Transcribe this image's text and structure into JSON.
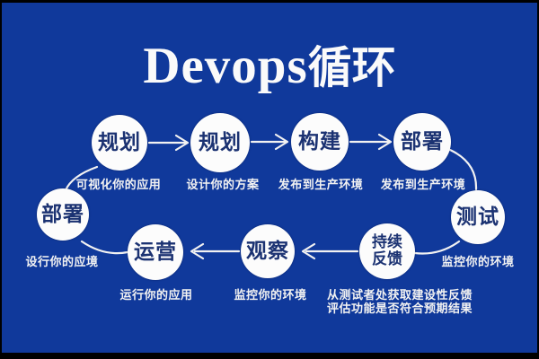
{
  "title": {
    "latin": "Devops",
    "cjk": "循环"
  },
  "colors": {
    "bg": "#10399B",
    "title": "#FAFAFA",
    "circle-fill": "#FCFCFC",
    "circle-text": "#1B3272",
    "label-text": "#F2F2F2",
    "line": "#F2F2F2"
  },
  "diagram": {
    "nodes": [
      {
        "id": "plan-1",
        "text": "规划",
        "label": "可视化你的应用"
      },
      {
        "id": "plan-2",
        "text": "规划",
        "label": "设计你的方案"
      },
      {
        "id": "build",
        "text": "构建",
        "label": "发布到生产环境"
      },
      {
        "id": "deploy-top",
        "text": "部署",
        "label": "发布到生产环境"
      },
      {
        "id": "test",
        "text": "测试",
        "label": "监控你的环境"
      },
      {
        "id": "feedback",
        "text_line1": "持续",
        "text_line2": "反馈",
        "label_line1": "从测试者处获取建设性反馈",
        "label_line2": "评估功能是否符合预期结果"
      },
      {
        "id": "observe",
        "text": "观察",
        "label": "监控你的环境"
      },
      {
        "id": "operate",
        "text": "运营",
        "label": "运行你的应用"
      },
      {
        "id": "deploy-left",
        "text": "部署",
        "label": "设行你的应境"
      }
    ]
  }
}
